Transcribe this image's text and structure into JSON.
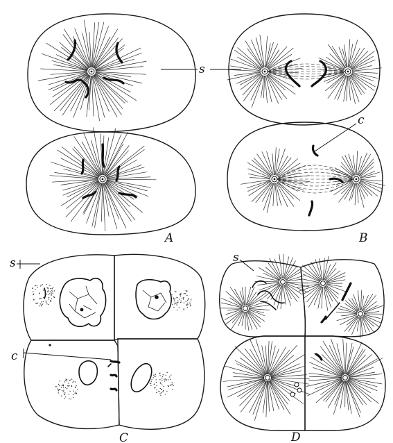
{
  "figure": {
    "panels": [
      {
        "id": "A",
        "label": "A"
      },
      {
        "id": "B",
        "label": "B"
      },
      {
        "id": "C",
        "label": "C"
      },
      {
        "id": "D",
        "label": "D"
      }
    ],
    "annotations": {
      "s_top": "s",
      "c_panel_b": "c",
      "s_panel_c": "s",
      "c_panel_c": "c",
      "s_panel_d": "s"
    }
  }
}
